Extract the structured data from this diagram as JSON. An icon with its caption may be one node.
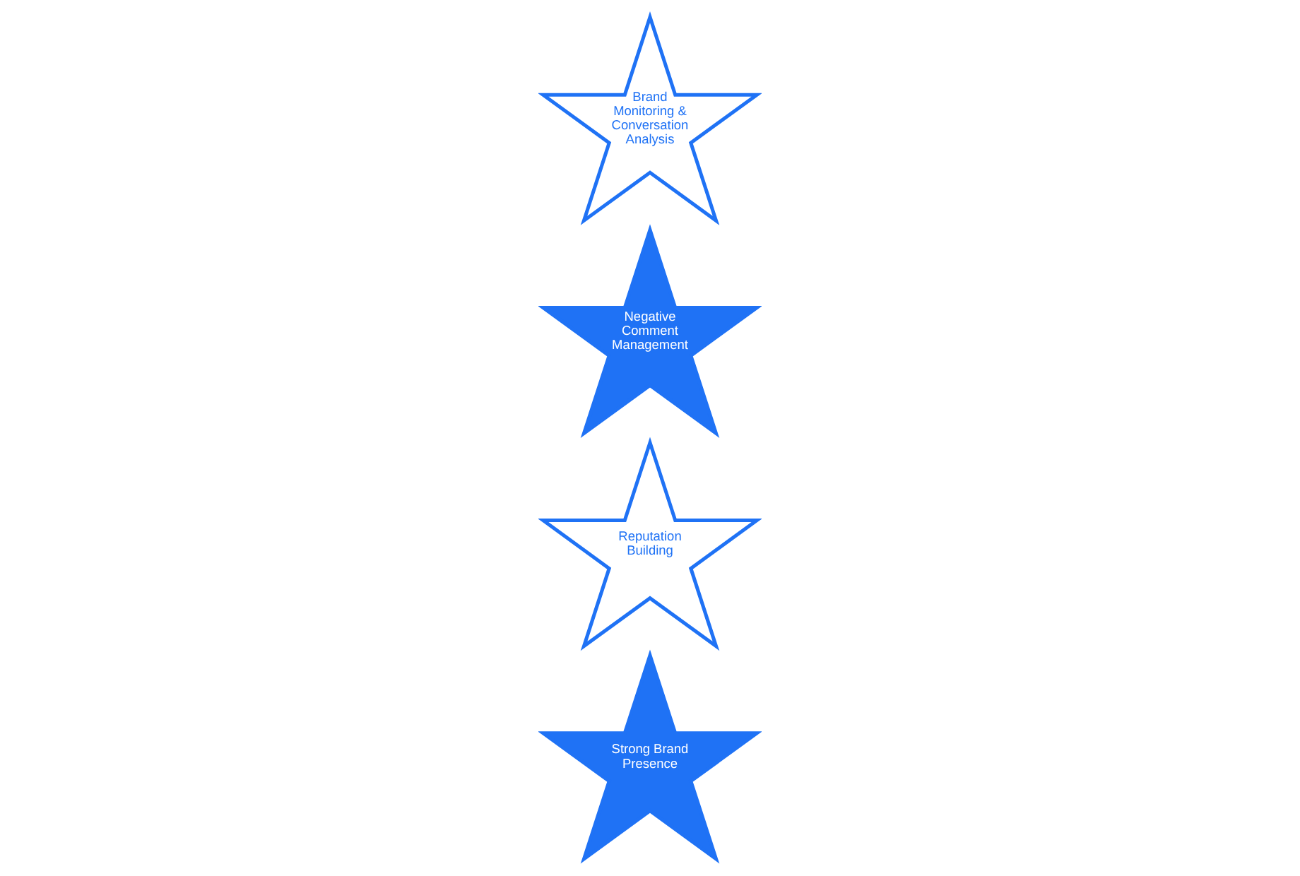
{
  "diagram": {
    "nodes": [
      {
        "text": [
          "Brand Monitoring & Conversation Analysis"
        ]
      },
      {
        "text": [
          "Negative Comment Management"
        ]
      },
      {
        "text": [
          "Reputation Building"
        ]
      },
      {
        "text": [
          "Strong Brand Presence"
        ]
      }
    ]
  }
}
